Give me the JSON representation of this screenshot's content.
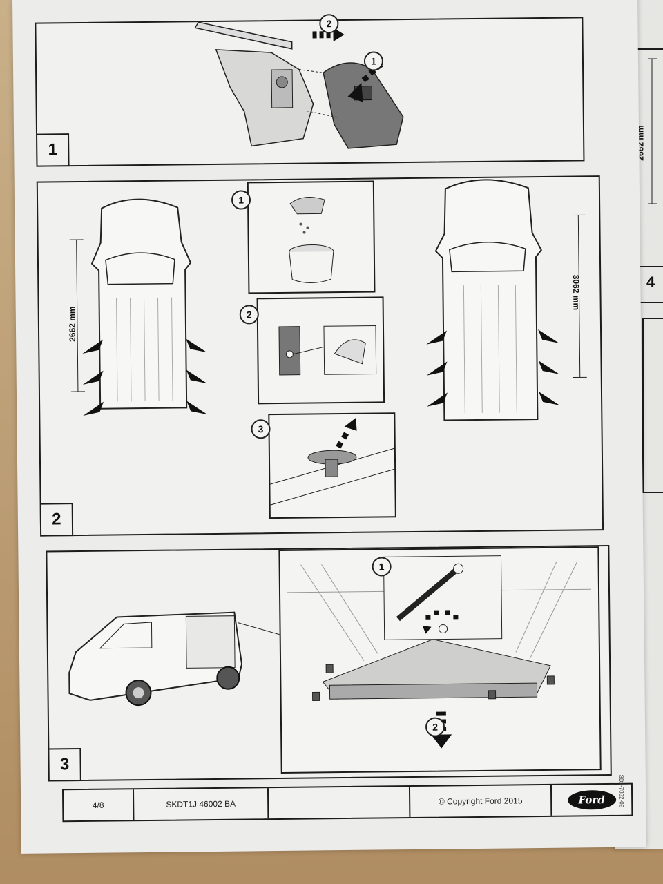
{
  "steps": [
    {
      "number": "1",
      "callouts": [
        "1",
        "2"
      ]
    },
    {
      "number": "2",
      "callouts": [
        "1",
        "2",
        "3"
      ],
      "dim_left": "2662 mm",
      "dim_right": "3062 mm"
    },
    {
      "number": "3",
      "callouts": [
        "1",
        "2"
      ]
    }
  ],
  "footer": {
    "page": "4/8",
    "doc_code": "SKDT1J 46002 BA",
    "copyright": "© Copyright Ford 2015",
    "logo_text": "Ford",
    "side_ref": "SD1-7832-02"
  },
  "next_page": {
    "dim": "2662 mm",
    "step": "4"
  },
  "colors": {
    "ink": "#1c1c1c",
    "paper": "#ececea"
  }
}
